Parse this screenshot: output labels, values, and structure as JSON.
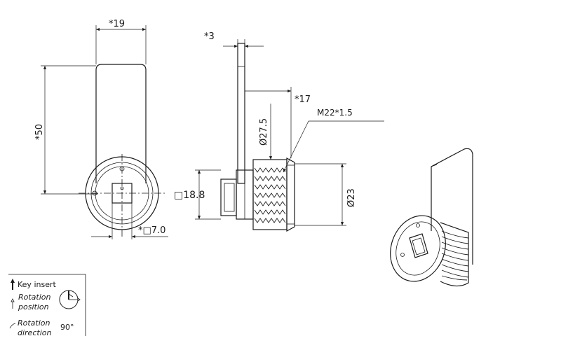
{
  "dimensions": {
    "width": "*19",
    "height": "*50",
    "plate": "*3",
    "thread_len": "*17",
    "thread": "M22*1.5",
    "flange_dia": "Ø27.5",
    "square_18": "□18.8",
    "body_dia": "Ø23",
    "key_square": "*□7.0"
  },
  "legend": {
    "key_insert": "Key insert",
    "rotation_position_1": "Rotation",
    "rotation_position_2": "position",
    "rotation_direction_1": "Rotation",
    "rotation_direction_2": "direction",
    "angle": "90°"
  },
  "icons": {
    "key_insert": "key-insert-icon",
    "rotation_position": "rotation-position-icon",
    "rotation_direction": "rotation-direction-icon",
    "rotation_dial": "rotation-dial-icon"
  }
}
